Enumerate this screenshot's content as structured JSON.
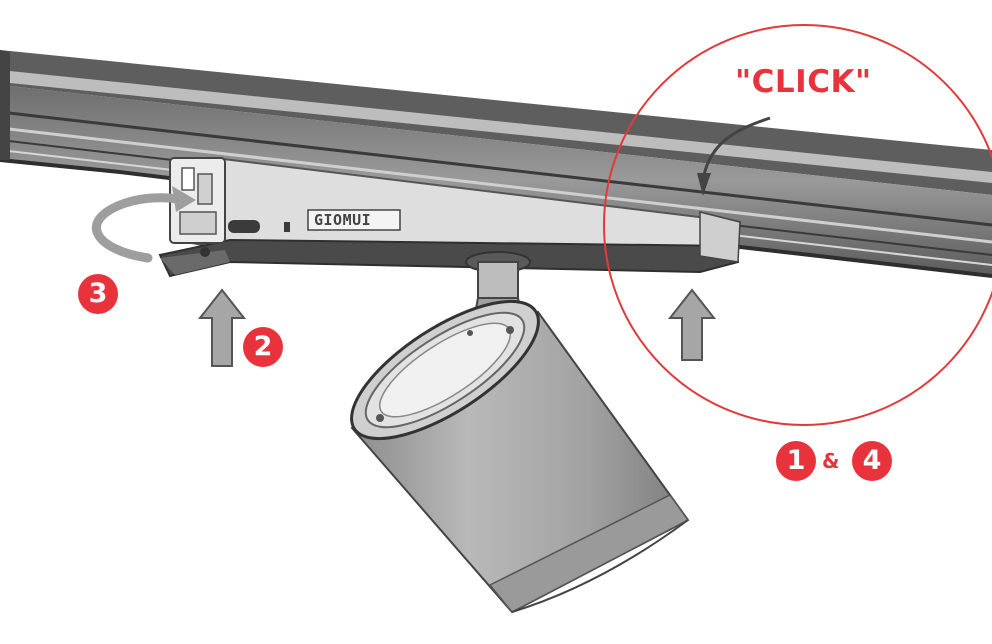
{
  "callouts": {
    "click_text": "\"CLICK\"",
    "step_1": "1",
    "step_2": "2",
    "step_3": "3",
    "step_4": "4",
    "ampersand": "&"
  },
  "product_brand": "GIOMUI",
  "colors": {
    "accent_red": "#e8323c",
    "circle_outline": "#e23a3a",
    "track_dark": "#3c3c3c",
    "track_mid": "#8a8a8a",
    "adapter_light": "#dedede",
    "spotlight_body": "#a6a6a6",
    "arrow_gray": "#9e9e9e"
  }
}
